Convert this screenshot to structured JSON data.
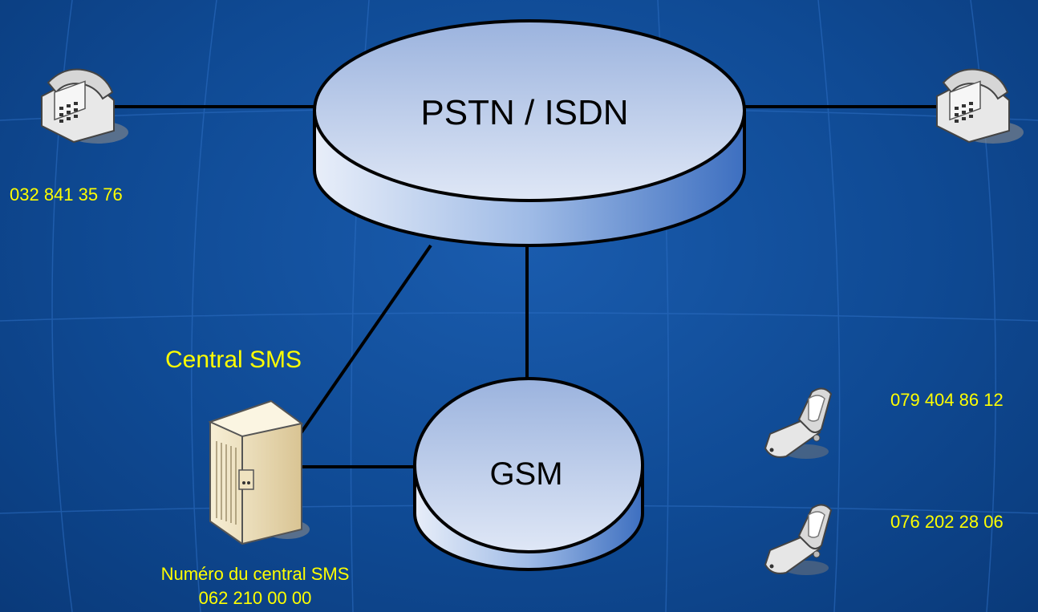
{
  "nodes": {
    "pstn": {
      "label": "PSTN / ISDN"
    },
    "gsm": {
      "label": "GSM"
    },
    "sms_center": {
      "title": "Central SMS",
      "caption": "Numéro du central SMS",
      "number": "062 210 00 00"
    }
  },
  "phones": {
    "left_landline": {
      "number": "032 841 35 76"
    },
    "right_landline": {
      "number": ""
    },
    "mobile_1": {
      "number": "079 404 86 12"
    },
    "mobile_2": {
      "number": "076 202 28 06"
    }
  },
  "colors": {
    "label_text": "#ffff00",
    "cylinder_top": "#c5d2ec",
    "cylinder_side": "#5f8fd6",
    "background": "#0f4a94"
  },
  "icons": [
    "desk-phone-icon",
    "mobile-phone-icon",
    "server-icon"
  ]
}
